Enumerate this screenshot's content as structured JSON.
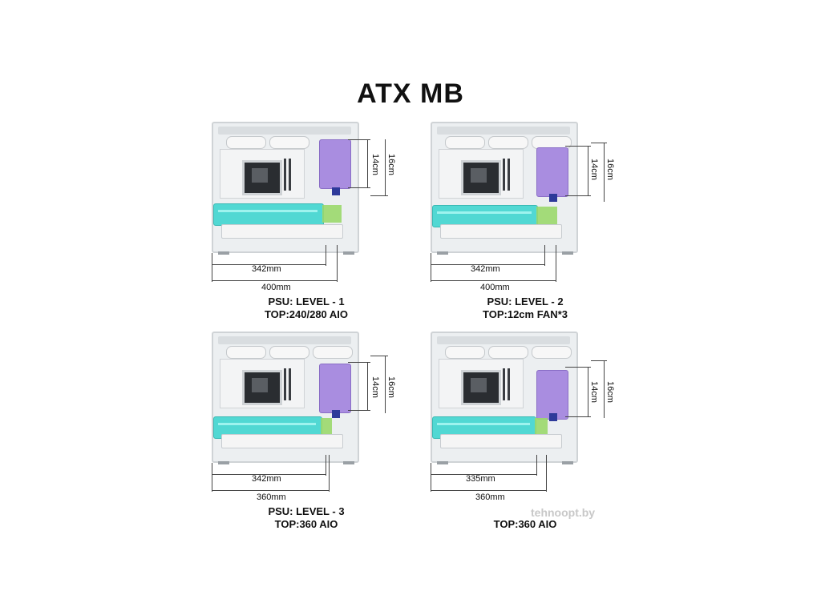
{
  "title": "ATX MB",
  "watermark": "tehnoopt.by",
  "colors": {
    "psu": "#a98de0",
    "gpu": "#41d6d0",
    "gpu_tail": "#9bd86b",
    "case": "#eceff1"
  },
  "panels": [
    {
      "psu_height_label": "14cm",
      "case_height_label": "16cm",
      "gpu_length_label": "342mm",
      "total_length_label": "400mm",
      "caption1": "PSU: LEVEL - 1",
      "caption2": "TOP:240/280 AIO"
    },
    {
      "psu_height_label": "14cm",
      "case_height_label": "16cm",
      "gpu_length_label": "342mm",
      "total_length_label": "400mm",
      "caption1": "PSU: LEVEL - 2",
      "caption2": "TOP:12cm FAN*3"
    },
    {
      "psu_height_label": "14cm",
      "case_height_label": "16cm",
      "gpu_length_label": "342mm",
      "total_length_label": "360mm",
      "caption1": "PSU: LEVEL - 3",
      "caption2": "TOP:360 AIO"
    },
    {
      "psu_height_label": "14cm",
      "case_height_label": "16cm",
      "gpu_length_label": "335mm",
      "total_length_label": "360mm",
      "caption1": "",
      "caption2": "TOP:360 AIO"
    }
  ]
}
